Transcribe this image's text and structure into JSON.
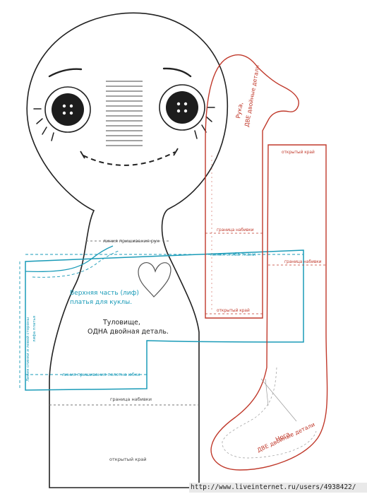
{
  "labels": {
    "arm_attach_line": "линия пришивания рук",
    "fold_line": "линия сгиба ткани",
    "bodice_title_1": "Верхняя часть (лиф)",
    "bodice_title_2": "платья для куклы.",
    "torso_1": "Туловище,",
    "torso_2": "ОДНА двойная деталь.",
    "skirt_attach_line": "линия пришивания полотна юбки",
    "side_note_1": "Линия спинки и левой стороны",
    "side_note_2": "лифа платья",
    "stuffing_border_body": "граница набивки",
    "open_edge_body": "открытый край",
    "arm_1": "Рука,",
    "arm_2": "ДВЕ двойные детали",
    "stuffing_border_arm": "граница набивки",
    "open_edge_arm": "открытый край",
    "open_edge_leg": "открытый край",
    "stuffing_border_leg": "граница набивки",
    "leg_1": "Нога,",
    "leg_2": "ДВЕ двойные детали",
    "watermark": "http://www.liveinternet.ru/users/4938422/"
  },
  "colors": {
    "outline": "#222222",
    "arm_leg": "#c0392b",
    "bodice": "#1a9bb8",
    "watermark_bg": "#e9e9e9"
  },
  "icons": [
    "button-eye-icon",
    "heart-icon"
  ]
}
